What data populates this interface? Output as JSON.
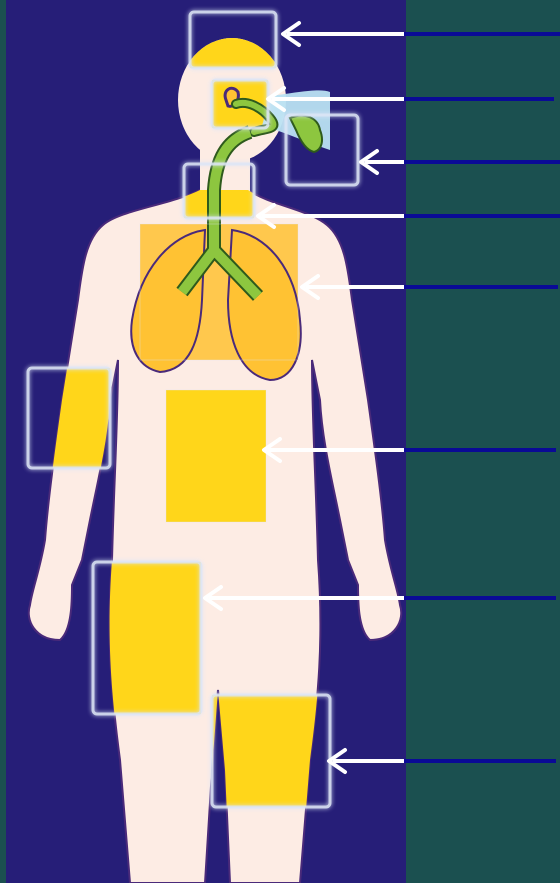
{
  "colors": {
    "background": "#1b5050",
    "panel": "#261e78",
    "body": "#fdece4",
    "body_outline": "#4a2a7a",
    "highlight": "#ffd61a",
    "lungs": "#ffc233",
    "airway": "#8dc63f",
    "airway_outline": "#2e5a1c",
    "nasal": "#b9e1f2",
    "arrow": "#ffffff",
    "leader": "#0a0a96",
    "box_glow": "#dde6f6"
  },
  "regions": [
    {
      "id": "head",
      "name": "head-box"
    },
    {
      "id": "ear",
      "name": "ear-box"
    },
    {
      "id": "nose-mouth",
      "name": "nose-mouth-box"
    },
    {
      "id": "throat",
      "name": "throat-box"
    },
    {
      "id": "chest",
      "name": "lungs-box"
    },
    {
      "id": "abdomen",
      "name": "abdomen-box"
    },
    {
      "id": "arm",
      "name": "arm-box"
    },
    {
      "id": "thigh",
      "name": "thigh-box"
    },
    {
      "id": "leg",
      "name": "leg-box"
    }
  ],
  "labels": []
}
